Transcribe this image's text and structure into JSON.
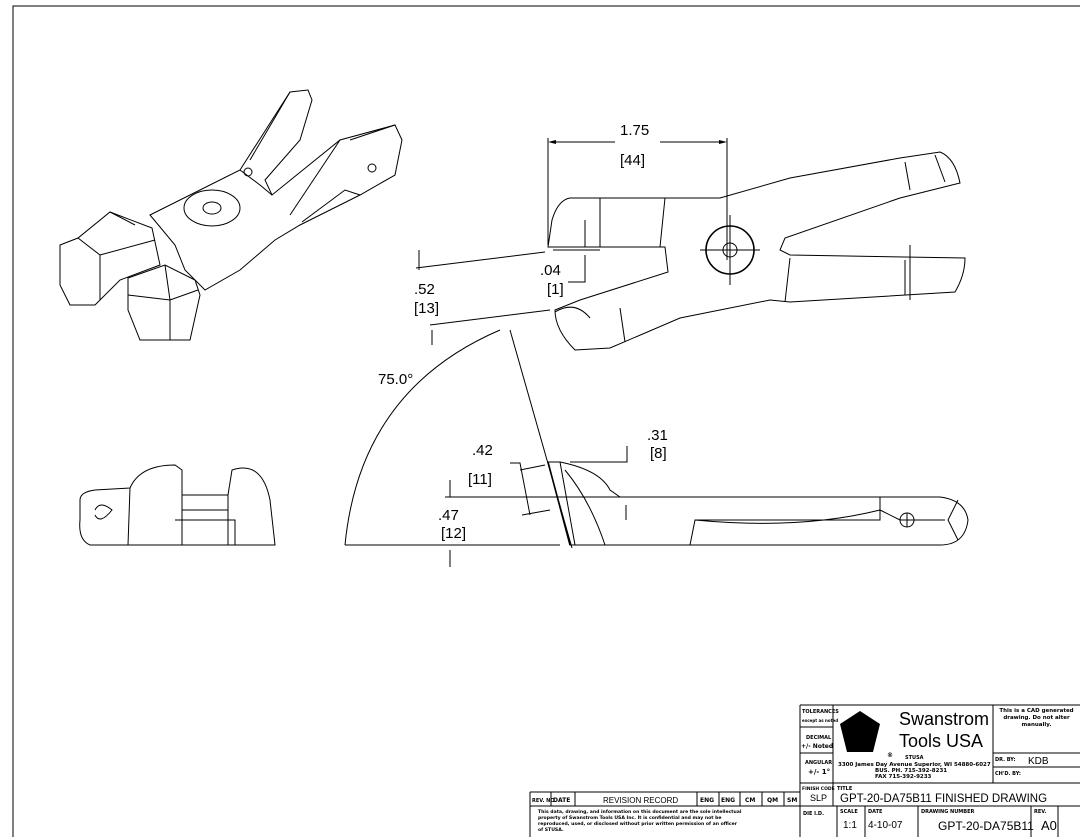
{
  "dimensions": {
    "width_in": "1.75",
    "width_mm": "[44]",
    "gap_in": ".04",
    "gap_mm": "[1]",
    "opening_in": ".52",
    "opening_mm": "[13]",
    "angle": "75.0°",
    "offset_in": ".31",
    "offset_mm": "[8]",
    "jaw_in": ".42",
    "jaw_mm": "[11]",
    "height_in": ".47",
    "height_mm": "[12]"
  },
  "title_block": {
    "tolerances_label": "TOLERANCES",
    "tolerances_note": "except as noted",
    "decimal_label": "DECIMAL",
    "decimal_value": "+/- Noted",
    "angular_label": "ANGULAR",
    "angular_value": "+/- 1°",
    "company_line1": "Swanstrom",
    "company_line2": "Tools USA",
    "logo_mark": "STUSA",
    "address": "3300 James Day Avenue Superior, WI 54880-6027",
    "phone": "BUS. PH. 715-392-8231",
    "fax": "FAX 715-392-9233",
    "cad_note": "This is a CAD generated drawing. Do not alter manually.",
    "drawn_by_label": "DR. BY:",
    "drawn_by": "KDB",
    "checked_by_label": "CH'D. BY:",
    "checked_by": "",
    "finish_code_label": "FINISH CODE",
    "finish_code": "SLP",
    "title_label": "TITLE",
    "title": "GPT-20-DA75B11 FINISHED DRAWING",
    "die_label": "DIE I.D.",
    "scale_label": "SCALE",
    "scale": "1:1",
    "date_label": "DATE",
    "date": "4-10-07",
    "drawing_number_label": "DRAWING NUMBER",
    "drawing_number": "GPT-20-DA75B11",
    "rev_label": "REV.",
    "rev": "A0"
  },
  "revision_record": {
    "headers": [
      "REV. NO",
      "DATE",
      "REVISION RECORD",
      "ENG",
      "ENG",
      "CM",
      "QM",
      "SM"
    ],
    "confidentiality": [
      "This data, drawing, and information on this document are the sole intellectual",
      "property of Swanstrom Tools USA Inc.  It is confidential and may not be",
      "reproduced, used, or disclosed without prior written permission of an officer",
      "of STUSA."
    ]
  }
}
